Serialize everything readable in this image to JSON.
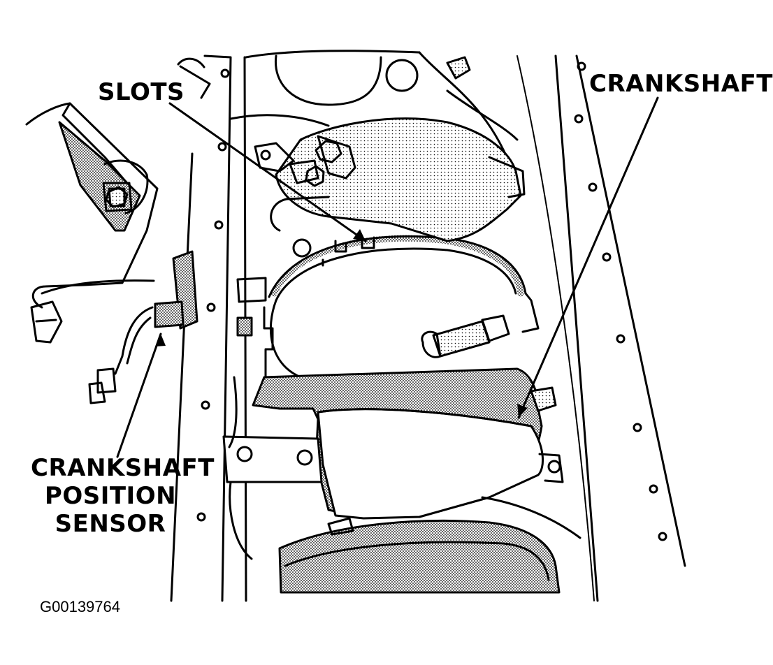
{
  "figure": {
    "callouts": {
      "slots": "SLOTS",
      "crankshaft": "CRANKSHAFT",
      "sensor_line1": "CRANKSHAFT",
      "sensor_line2": "POSITION",
      "sensor_line3": "SENSOR"
    },
    "figure_id": "G00139764"
  },
  "colors": {
    "ink": "#000000",
    "paper": "#ffffff",
    "stipple": "#7a7a7a"
  }
}
